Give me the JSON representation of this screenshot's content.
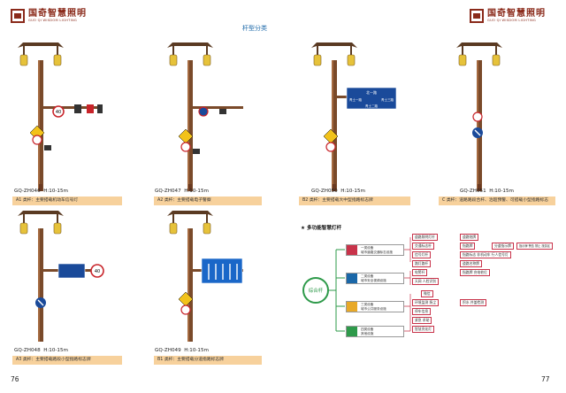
{
  "brand": {
    "name_cn": "国奇智慧照明",
    "name_en": "GUO QI WISDOM LIGHTING"
  },
  "section_title": "杆型分类",
  "products": [
    {
      "model": "GQ-ZH046",
      "height": "H:10-15m",
      "desc": "A1 类杆：主要搭载机动车信号灯"
    },
    {
      "model": "GQ-ZH047",
      "height": "H:10-15m",
      "desc": "A2 类杆：主要搭载电子警察"
    },
    {
      "model": "GQ-ZH050",
      "height": "H:10-15m",
      "desc": "B2 类杆：主要搭载大中型指路标志牌"
    },
    {
      "model": "GQ-ZH051",
      "height": "H:10-15m",
      "desc": "C 类杆：道路路段合杆、治超预警、可搭载小型指路标志"
    },
    {
      "model": "GQ-ZH048",
      "height": "H:10-15m",
      "desc": "A3 类杆：主要搭载路段小型指路标志牌"
    },
    {
      "model": "GQ-ZH049",
      "height": "H:10-15m",
      "desc": "B1 类杆：主要搭载分道指路标志牌"
    }
  ],
  "signs": {
    "speed_40": "40",
    "sign_line1": "北一路",
    "sign_line2_left": "青土一路",
    "sign_line2_right": "青土三路",
    "sign_line3": "青土二路"
  },
  "multi": {
    "title": "★ 多功能智慧灯杆",
    "hub": "综合杆",
    "categories": [
      {
        "lines": [
          "一类设备",
          "城市道路交通标志设施"
        ],
        "color": "#c8334a"
      },
      {
        "lines": [
          "二类设备",
          "城市安全视频设施"
        ],
        "color": "#1a67a8"
      },
      {
        "lines": [
          "三类设备",
          "城市公共服务设施"
        ],
        "color": "#e8a928"
      },
      {
        "lines": [
          "四类设备",
          "其他设施"
        ],
        "color": "#2e9a4a"
      }
    ],
    "tags": [
      "道路照明灯杆",
      "交通标志杆",
      "信号灯杆",
      "路灯路杆",
      "电警杆",
      "天网 人脸识别",
      "道路铭牌",
      "指路牌",
      "分道指示牌",
      "指示牌 警告 禁止 旅游区",
      "指路标志 非机动车 行人信号灯",
      "道路名称牌",
      "指路牌 充电桩位",
      "微信",
      "环境监测 扬尘",
      "积水 井盖检测",
      "停车信息",
      "紧急 求助",
      "智慧亮化灯"
    ]
  },
  "page_numbers": {
    "left": "76",
    "right": "77"
  }
}
